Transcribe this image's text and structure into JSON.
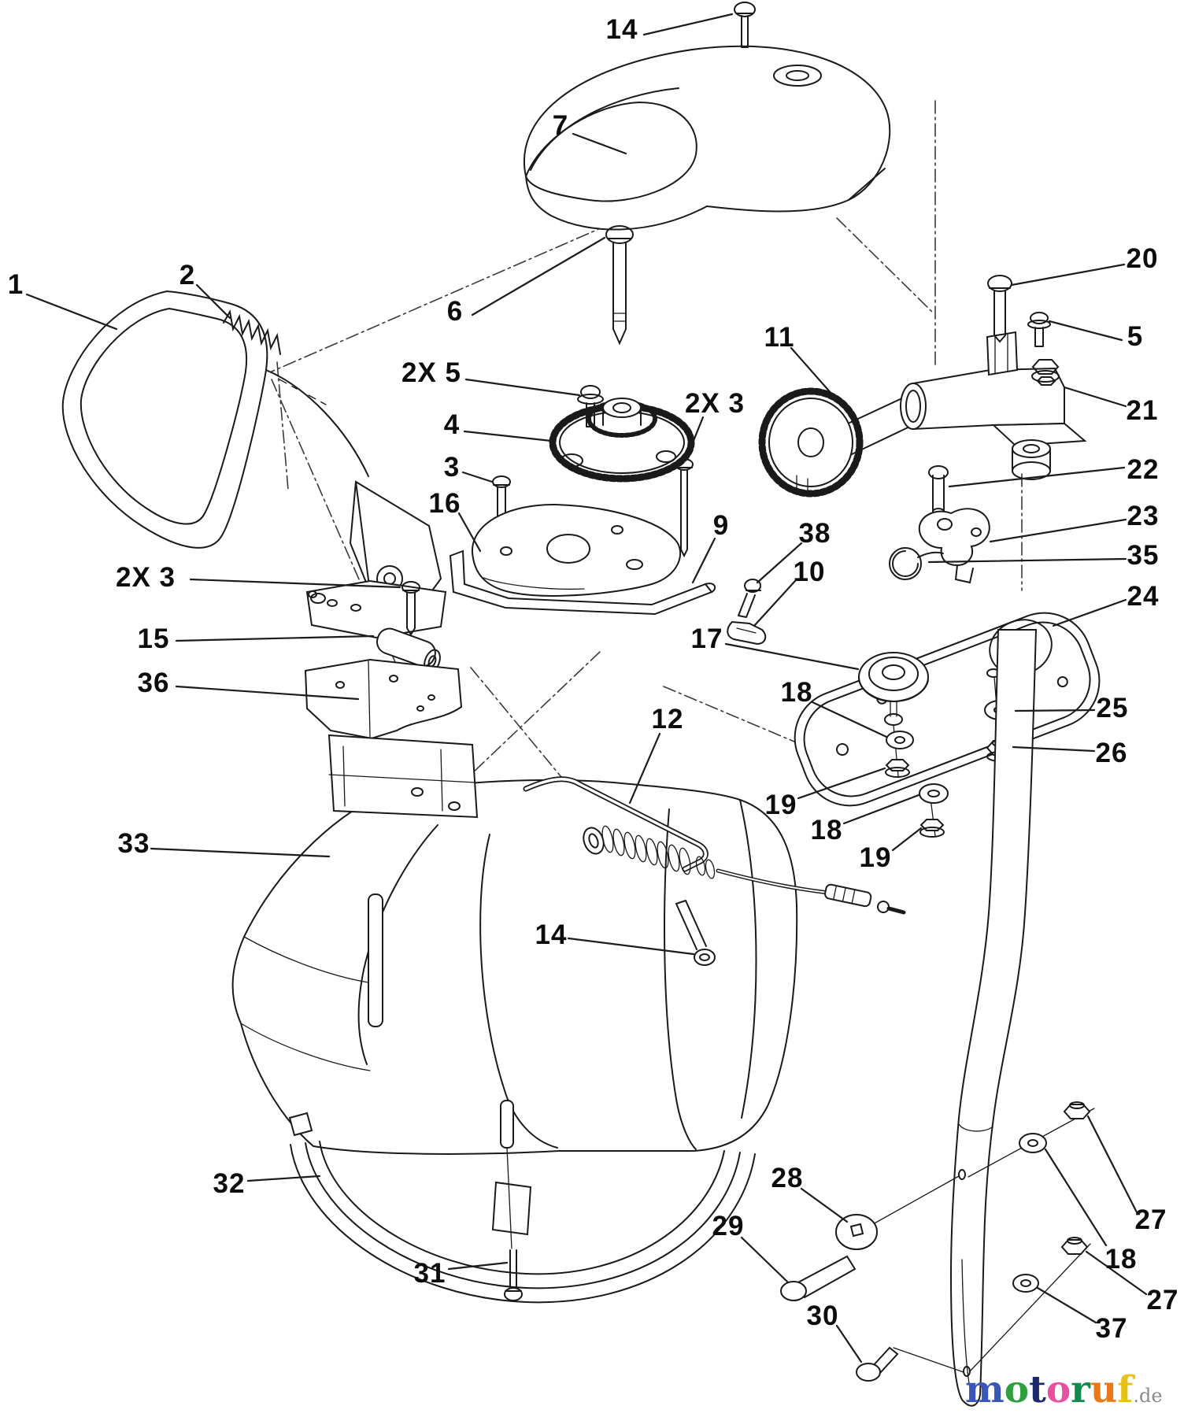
{
  "callouts": {
    "n1": "1",
    "n2": "2",
    "n3": "3",
    "n4": "4",
    "n5r": "5",
    "n6": "6",
    "n7": "7",
    "n9": "9",
    "n10": "10",
    "n11": "11",
    "n12": "12",
    "n14a": "14",
    "n14b": "14",
    "n15": "15",
    "n16": "16",
    "n17": "17",
    "n18a": "18",
    "n18b": "18",
    "n18c": "18",
    "n19a": "19",
    "n19b": "19",
    "n20": "20",
    "n21": "21",
    "n22": "22",
    "n23": "23",
    "n24": "24",
    "n25": "25",
    "n26": "26",
    "n27a": "27",
    "n27b": "27",
    "n28": "28",
    "n29": "29",
    "n30": "30",
    "n31": "31",
    "n32": "32",
    "n33": "33",
    "n35": "35",
    "n36": "36",
    "n37": "37",
    "n38": "38",
    "n2x3l": "2X 3",
    "n2x3m": "2X 3",
    "n2x5": "2X 5"
  },
  "watermark": {
    "letters": [
      {
        "ch": "m",
        "color": "#3a56b8"
      },
      {
        "ch": "o",
        "color": "#2f9e3f"
      },
      {
        "ch": "t",
        "color": "#1b2a6b"
      },
      {
        "ch": "o",
        "color": "#e84fa0"
      },
      {
        "ch": "r",
        "color": "#14894e"
      },
      {
        "ch": "u",
        "color": "#e87818"
      },
      {
        "ch": "f",
        "color": "#e8c114"
      }
    ],
    "tld": ".de"
  }
}
